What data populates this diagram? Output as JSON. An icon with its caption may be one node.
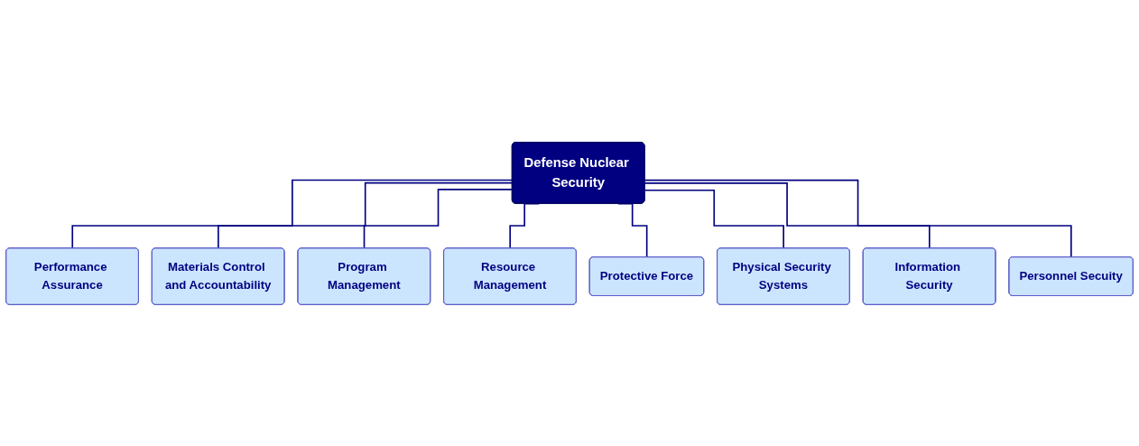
{
  "diagram": {
    "nodes": [
      {
        "text": [
          "Defense Nuclear Security"
        ]
      },
      {
        "text": [
          "Performance Assurance"
        ]
      },
      {
        "text": [
          "Materials Control and Accountability"
        ]
      },
      {
        "text": [
          "Program Management"
        ]
      },
      {
        "text": [
          "Resource Management"
        ]
      },
      {
        "text": [
          "Protective Force"
        ]
      },
      {
        "text": [
          "Physical Security Systems"
        ]
      },
      {
        "text": [
          "Information Security"
        ]
      },
      {
        "text": [
          "Personnel Secuity"
        ]
      }
    ],
    "edges": [
      {
        "from": 0,
        "to": 1,
        "arrow": "none"
      },
      {
        "from": 0,
        "to": 2,
        "arrow": "none"
      },
      {
        "from": 0,
        "to": 3,
        "arrow": "none"
      },
      {
        "from": 0,
        "to": 4,
        "arrow": "none"
      },
      {
        "from": 0,
        "to": 5,
        "arrow": "none"
      },
      {
        "from": 0,
        "to": 6,
        "arrow": "none"
      },
      {
        "from": 0,
        "to": 7,
        "arrow": "none"
      },
      {
        "from": 0,
        "to": 8,
        "arrow": "none"
      }
    ]
  }
}
